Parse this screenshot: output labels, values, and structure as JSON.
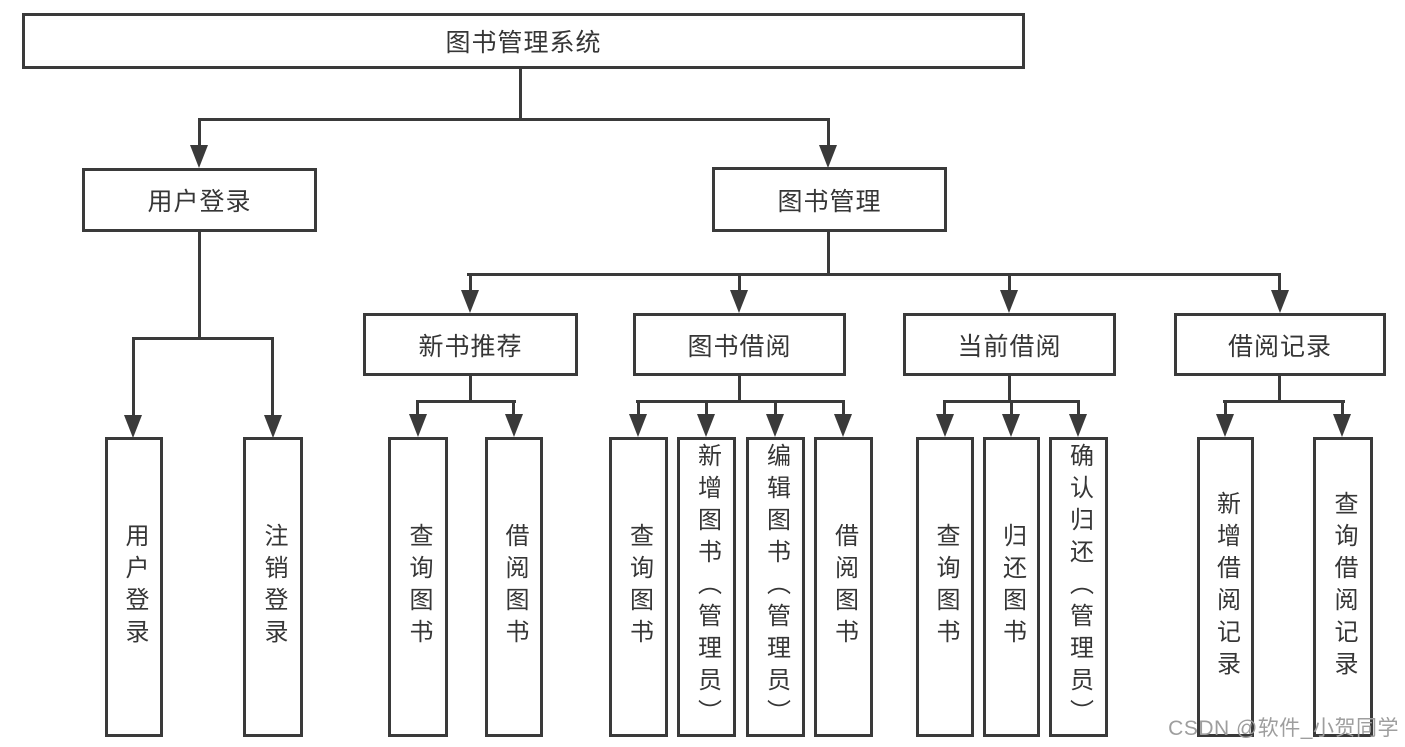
{
  "tree": {
    "label": "图书管理系统",
    "children": [
      {
        "label": "用户登录",
        "children": [
          {
            "label": "用户登录"
          },
          {
            "label": "注销登录"
          }
        ]
      },
      {
        "label": "图书管理",
        "children": [
          {
            "label": "新书推荐",
            "children": [
              {
                "label": "查询图书"
              },
              {
                "label": "借阅图书"
              }
            ]
          },
          {
            "label": "图书借阅",
            "children": [
              {
                "label": "查询图书"
              },
              {
                "label": "新增图书（管理员）"
              },
              {
                "label": "编辑图书（管理员）"
              },
              {
                "label": "借阅图书"
              }
            ]
          },
          {
            "label": "当前借阅",
            "children": [
              {
                "label": "查询图书"
              },
              {
                "label": "归还图书"
              },
              {
                "label": "确认归还（管理员）"
              }
            ]
          },
          {
            "label": "借阅记录",
            "children": [
              {
                "label": "新增借阅记录"
              },
              {
                "label": "查询借阅记录"
              }
            ]
          }
        ]
      }
    ]
  },
  "watermark": {
    "text": "CSDN @软件_小贺同学"
  },
  "colors": {
    "line": "#3a3a3a",
    "text": "#363636",
    "watermark": "#9e9e9e",
    "background": "#ffffff"
  }
}
